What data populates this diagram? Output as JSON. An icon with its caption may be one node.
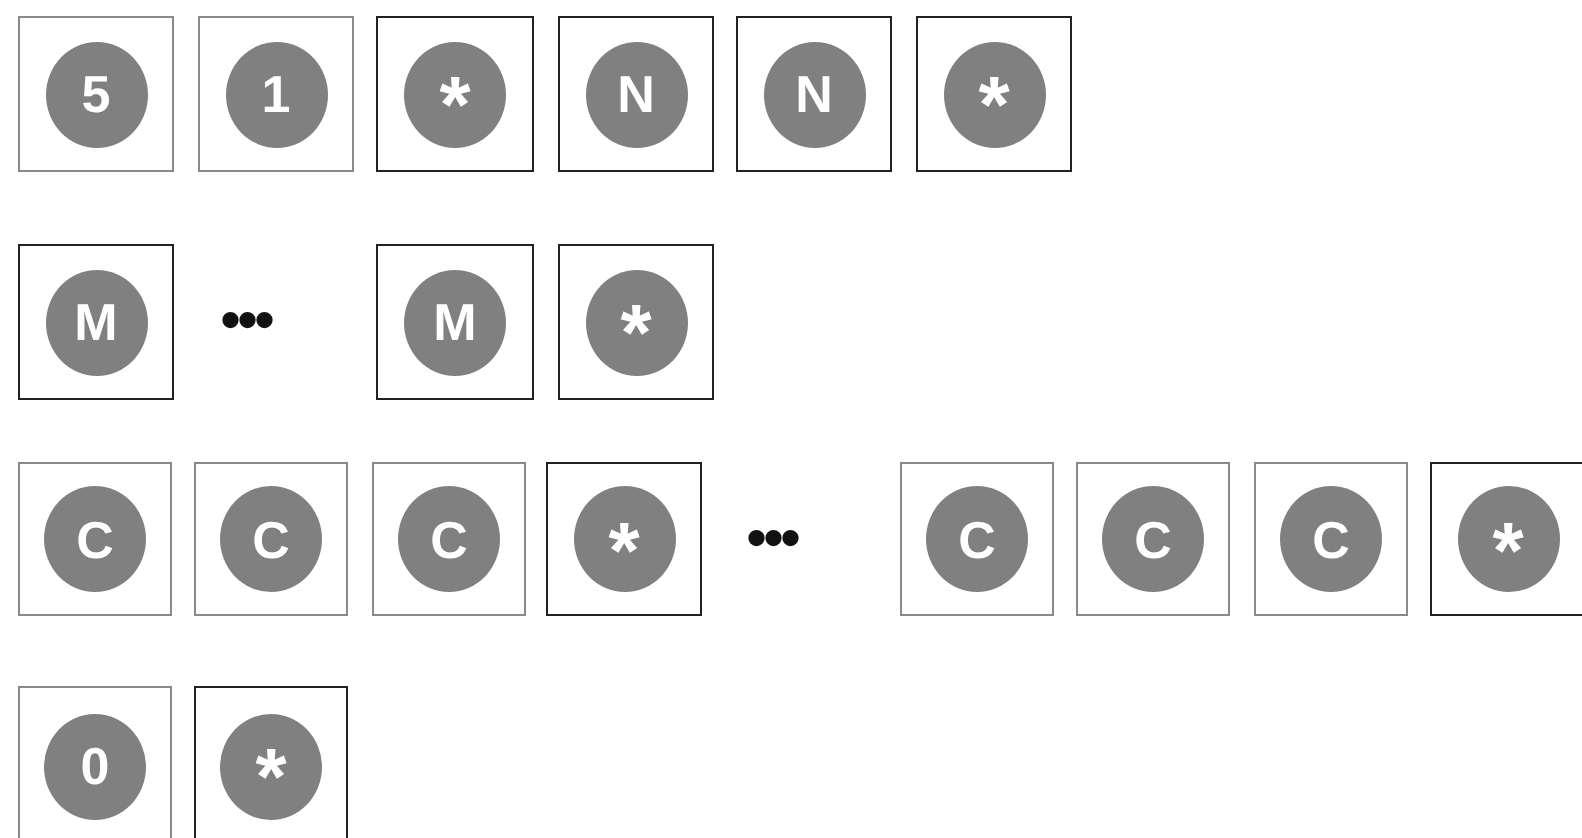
{
  "diagram": {
    "nodes": [
      {
        "text": [
          "5"
        ]
      },
      {
        "text": [
          "1"
        ]
      },
      {
        "text": [
          "*"
        ]
      },
      {
        "text": [
          "N"
        ]
      },
      {
        "text": [
          "N"
        ]
      },
      {
        "text": [
          "*"
        ]
      },
      {
        "text": [
          "M"
        ]
      },
      {
        "text": [
          "M"
        ]
      },
      {
        "text": [
          "*"
        ]
      },
      {
        "text": [
          "C"
        ]
      },
      {
        "text": [
          "C"
        ]
      },
      {
        "text": [
          "C"
        ]
      },
      {
        "text": [
          "*"
        ]
      },
      {
        "text": [
          "C"
        ]
      },
      {
        "text": [
          "C"
        ]
      },
      {
        "text": [
          "C"
        ]
      },
      {
        "text": [
          "*"
        ]
      },
      {
        "text": [
          "0"
        ]
      },
      {
        "text": [
          "*"
        ]
      }
    ],
    "labels": [
      "•••",
      "•••"
    ]
  }
}
